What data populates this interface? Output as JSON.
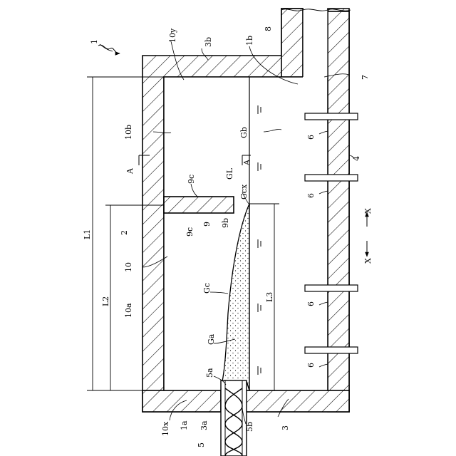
{
  "figure": {
    "ref_main": "1",
    "labels": {
      "n2": "2",
      "n3": "3",
      "n4": "4",
      "n5": "5",
      "n6": "6",
      "n7": "7",
      "n8": "8",
      "n9": "9",
      "n10": "10",
      "n1a": "1a",
      "n1b": "1b",
      "n3a": "3a",
      "n3b": "3b",
      "n5a": "5a",
      "n5b": "5b",
      "n9b": "9b",
      "n9c_top": "9c",
      "n9c_side": "9c",
      "n10a": "10a",
      "n10b": "10b",
      "n10x": "10x",
      "n10y": "10y",
      "Ga": "Ga",
      "Gb": "Gb",
      "Gc": "Gc",
      "Gcx": "Gcx",
      "GL": "GL",
      "L1": "L1",
      "L2": "L2",
      "L3": "L3",
      "X": "X",
      "X2": "X",
      "A_top": "A",
      "A_mid": "A"
    }
  }
}
